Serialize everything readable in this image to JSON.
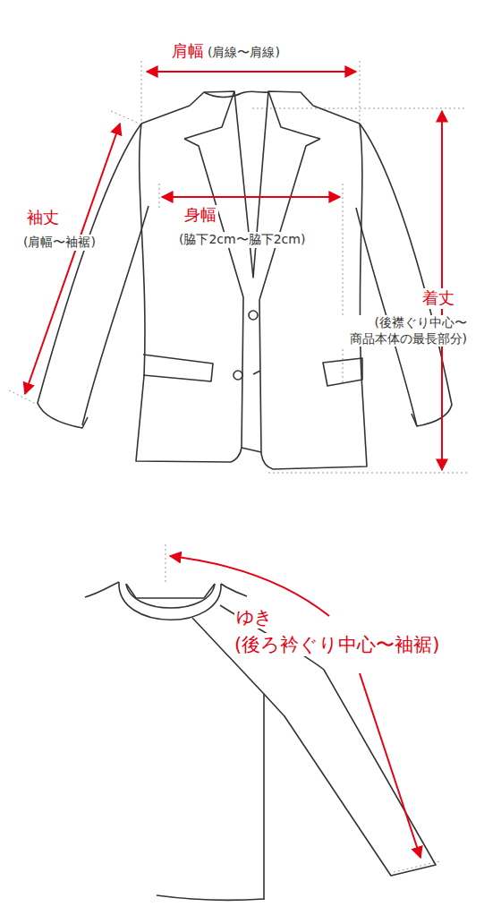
{
  "diagram": {
    "labels": [
      "肩幅",
      "(肩線〜肩線)",
      "袖丈",
      "(肩幅〜袖裾)",
      "身幅",
      "(脇下2cm〜脇下2cm)",
      "着丈",
      "(後襟ぐり中心〜 商品本体の最長部分)",
      "ゆき",
      "(後ろ衿ぐり中心〜袖裾)"
    ]
  }
}
